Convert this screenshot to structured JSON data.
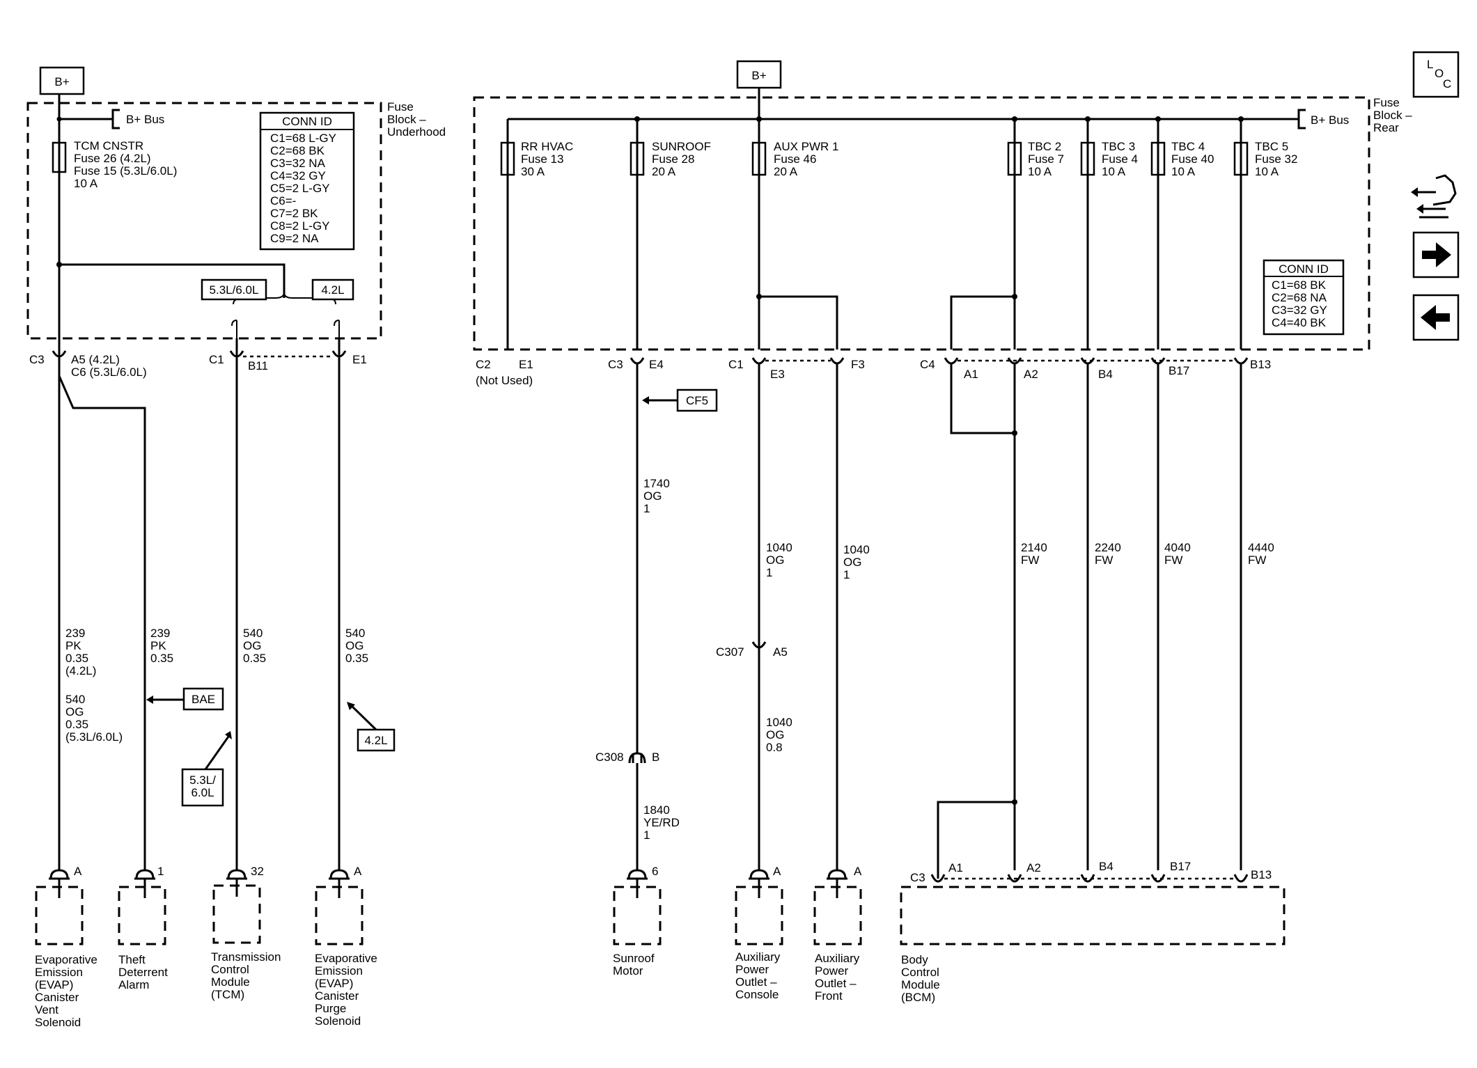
{
  "power": {
    "bplus_left": "B+",
    "bplus_right": "B+"
  },
  "underhood": {
    "bus_label": "B+ Bus",
    "block_label": [
      "Fuse",
      "Block –",
      "Underhood"
    ],
    "fuse": [
      "TCM CNSTR",
      "Fuse 26 (4.2L)",
      "Fuse 15 (5.3L/6.0L)",
      "10 A"
    ],
    "conn_title": "CONN ID",
    "conn_list": [
      "C1=68 L-GY",
      "C2=68 BK",
      "C3=32 NA",
      "C4=32 GY",
      "C5=2 L-GY",
      "C6=-",
      "C7=2 BK",
      "C8=2 L-GY",
      "C9=2 NA"
    ],
    "opt_53": "5.3L/6.0L",
    "opt_42": "4.2L",
    "c3": "C3",
    "c3_pins": [
      "A5 (4.2L)",
      "C6 (5.3L/6.0L)"
    ],
    "c1": "C1",
    "c1_b11": "B11",
    "c1_e1": "E1"
  },
  "rear": {
    "bus_label": "B+ Bus",
    "block_label": [
      "Fuse",
      "Block –",
      "Rear"
    ],
    "fuses": [
      [
        "RR HVAC",
        "Fuse 13",
        "30 A"
      ],
      [
        "SUNROOF",
        "Fuse 28",
        "20 A"
      ],
      [
        "AUX PWR 1",
        "Fuse 46",
        "20 A"
      ],
      [
        "TBC 2",
        "Fuse 7",
        "10 A"
      ],
      [
        "TBC 3",
        "Fuse 4",
        "10 A"
      ],
      [
        "TBC 4",
        "Fuse 40",
        "10 A"
      ],
      [
        "TBC 5",
        "Fuse 32",
        "10 A"
      ]
    ],
    "conn_title": "CONN ID",
    "conn_list": [
      "C1=68 BK",
      "C2=68 NA",
      "C3=32 GY",
      "C4=40 BK"
    ],
    "c2": "C2",
    "c2_e1": "E1",
    "not_used": "(Not Used)",
    "c3": "C3",
    "c3_e4": "E4",
    "c1": "C1",
    "c1_e3": "E3",
    "c1_f3": "F3",
    "c4": "C4",
    "c4_pins": [
      "A1",
      "A2",
      "B4",
      "B17",
      "B13"
    ]
  },
  "wires": {
    "w239a": [
      "239",
      "PK",
      "0.35",
      "(4.2L)"
    ],
    "w540a": [
      "540",
      "OG",
      "0.35",
      "(5.3L/6.0L)"
    ],
    "w239b": [
      "239",
      "PK",
      "0.35"
    ],
    "w540b": [
      "540",
      "OG",
      "0.35"
    ],
    "w540c": [
      "540",
      "OG",
      "0.35"
    ],
    "w1740": [
      "1740",
      "OG",
      "1"
    ],
    "w1840": [
      "1840",
      "YE/RD",
      "1"
    ],
    "w1040a": [
      "1040",
      "OG",
      "1"
    ],
    "w1040b": [
      "1040",
      "OG",
      "0.8"
    ],
    "w1040c": [
      "1040",
      "OG",
      "1"
    ],
    "w2140": [
      "2140",
      "FW"
    ],
    "w2240": [
      "2240",
      "FW"
    ],
    "w4040": [
      "4040",
      "FW"
    ],
    "w4440": [
      "4440",
      "FW"
    ]
  },
  "refs": {
    "cf5": "CF5",
    "bae": "BAE",
    "v53": [
      "5.3L/",
      "6.0L"
    ],
    "v42": "4.2L"
  },
  "inline": {
    "c307": "C307",
    "c307_pin": "A5",
    "c308": "C308",
    "c308_pin": "B"
  },
  "components": {
    "evap_vent": {
      "pin": "A",
      "label": [
        "Evaporative",
        "Emission",
        "(EVAP)",
        "Canister",
        "Vent",
        "Solenoid"
      ]
    },
    "theft": {
      "pin": "1",
      "label": [
        "Theft",
        "Deterrent",
        "Alarm"
      ]
    },
    "tcm": {
      "pin": "32",
      "label": [
        "Transmission",
        "Control",
        "Module",
        "(TCM)"
      ]
    },
    "evap_purge": {
      "pin": "A",
      "label": [
        "Evaporative",
        "Emission",
        "(EVAP)",
        "Canister",
        "Purge",
        "Solenoid"
      ]
    },
    "sunroof": {
      "pin": "6",
      "label": [
        "Sunroof",
        "Motor"
      ]
    },
    "aux_console": {
      "pin": "A",
      "label": [
        "Auxiliary",
        "Power",
        "Outlet –",
        "Console"
      ]
    },
    "aux_front": {
      "pin": "A",
      "label": [
        "Auxiliary",
        "Power",
        "Outlet –",
        "Front"
      ]
    },
    "bcm": {
      "conn": "C3",
      "pins": [
        "A1",
        "A2",
        "B4",
        "B17",
        "B13"
      ],
      "label": [
        "Body",
        "Control",
        "Module",
        "(BCM)"
      ]
    }
  },
  "loc": {
    "l": "L",
    "o": "O",
    "c": "C"
  }
}
